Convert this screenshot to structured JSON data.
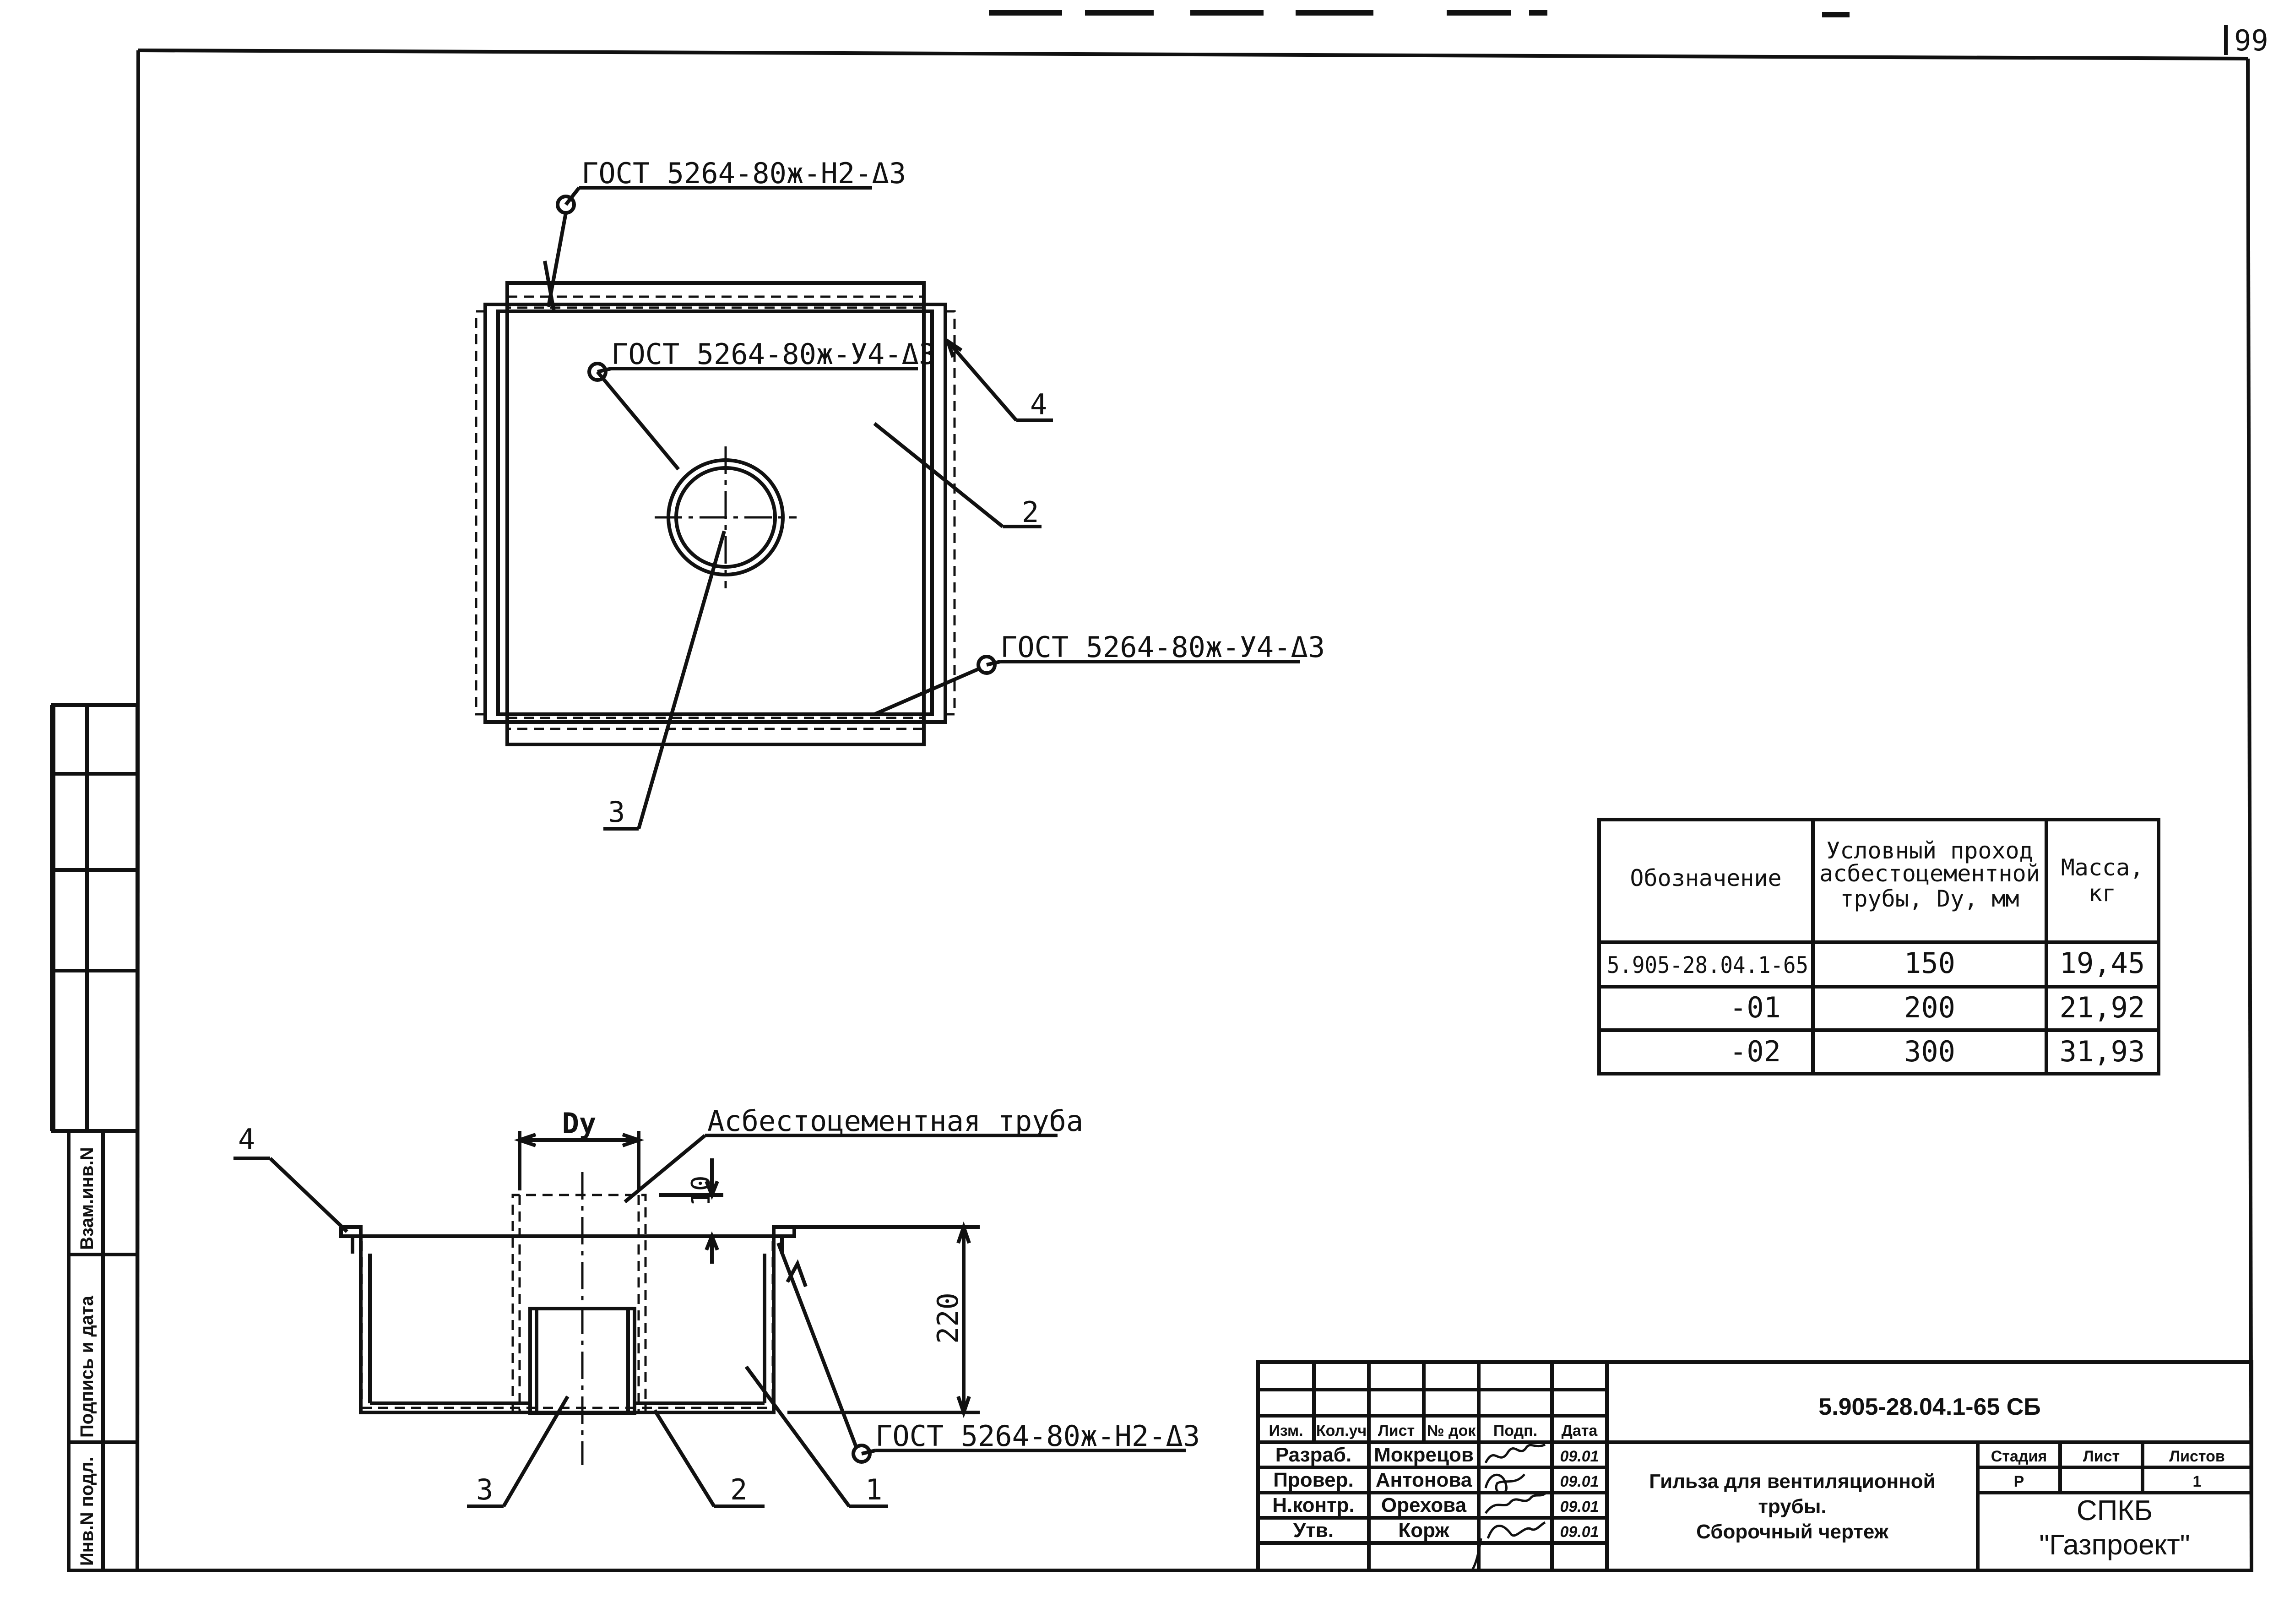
{
  "sheet_number": "99",
  "plan_view": {
    "weld_top": "ГОСТ 5264-80ж-Н2-Δ3",
    "weld_inner": "ГОСТ 5264-80ж-У4-Δ3",
    "weld_right": "ГОСТ 5264-80ж-У4-Δ3",
    "callout_4": "4",
    "callout_2": "2",
    "callout_3": "3"
  },
  "section_view": {
    "dim_dy": "Dy",
    "pipe_label": "Асбестоцементная труба",
    "dim_10": "10",
    "dim_220": "220",
    "weld_bottom": "ГОСТ 5264-80ж-Н2-Δ3",
    "callout_4": "4",
    "callout_3": "3",
    "callout_2": "2",
    "callout_1": "1"
  },
  "spec_table": {
    "headers": [
      "Обозначение",
      [
        "Условный проход",
        "асбестоцементной",
        "трубы, Dy, мм"
      ],
      [
        "Масса,",
        "кг"
      ]
    ],
    "rows": [
      [
        "5.905-28.04.1-65",
        "150",
        "19,45"
      ],
      [
        "-01",
        "200",
        "21,92"
      ],
      [
        "-02",
        "300",
        "31,93"
      ]
    ]
  },
  "side_stamp": {
    "labels": [
      "Инв.N подл.",
      "Подпись и дата",
      "Взам.инв.N"
    ]
  },
  "title_block": {
    "document_code": "5.905-28.04.1-65 СБ",
    "col_headers": [
      "Изм.",
      "Кол.уч",
      "Лист",
      "№ док",
      "Подп.",
      "Дата"
    ],
    "roles": [
      {
        "role": "Разраб.",
        "name": "Мокрецов",
        "date": "09.01"
      },
      {
        "role": "Провер.",
        "name": "Антонова",
        "date": "09.01"
      },
      {
        "role": "Н.контр.",
        "name": "Орехова",
        "date": "09.01"
      },
      {
        "role": "Утв.",
        "name": "Корж",
        "date": "09.01"
      }
    ],
    "title_lines": [
      "Гильза для вентиляционной",
      "трубы.",
      "Сборочный чертеж"
    ],
    "stage_header": "Стадия",
    "sheet_header": "Лист",
    "sheets_header": "Листов",
    "stage_value": "Р",
    "sheets_value": "1",
    "org_lines": [
      "СПКБ",
      "\"Газпроект\""
    ]
  }
}
